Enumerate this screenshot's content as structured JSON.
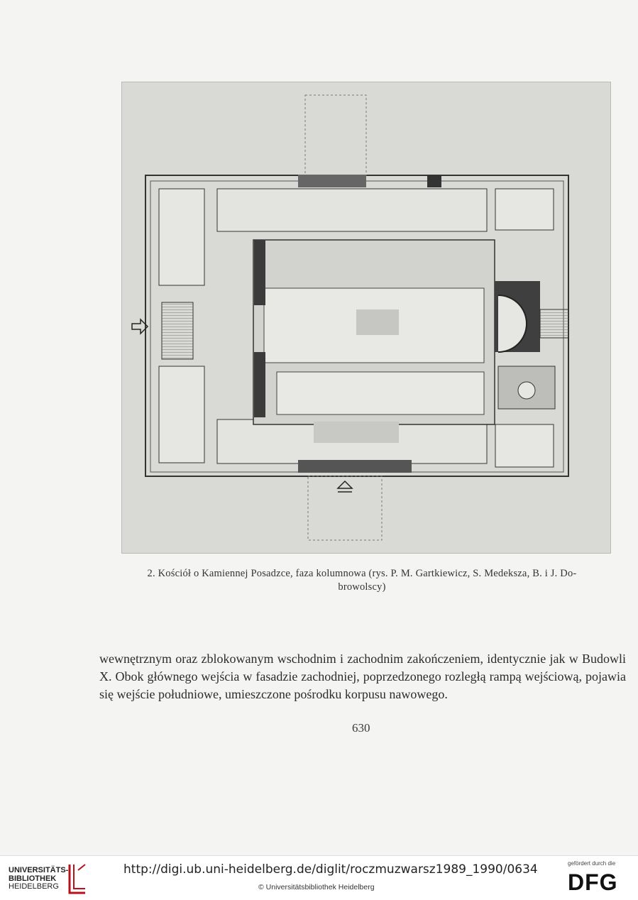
{
  "figure": {
    "caption_line1": "2. Kościół o Kamiennej Posadzce, faza kolumnowa (rys. P. M. Gartkiewicz, S. Medeksza, B. i J. Do-",
    "caption_line2": "browolscy)"
  },
  "body": {
    "paragraph": "wewnętrznym oraz zblokowanym wschodnim i zachodnim zakończeniem, identycznie jak w Budowli X. Obok głównego wejścia w fasadzie zachodniej, poprzedzonego rozległą rampą wejściową, pojawia się wejście południowe, umieszczone pośrodku korpusu nawowego."
  },
  "page_number": "630",
  "footer": {
    "library_line1": "UNIVERSITÄTS-",
    "library_line2": "BIBLIOTHEK",
    "library_line3": "HEIDELBERG",
    "url": "http://digi.ub.uni-heidelberg.de/diglit/roczmuzwarsz1989_1990/0634",
    "copyright": "© Universitätsbibliothek Heidelberg",
    "funding_note": "gefördert durch die",
    "funder_logo": "DFG"
  },
  "colors": {
    "paper": "#f4f4f2",
    "plan_background": "#d9d9d6",
    "library_accent": "#b5121b"
  }
}
